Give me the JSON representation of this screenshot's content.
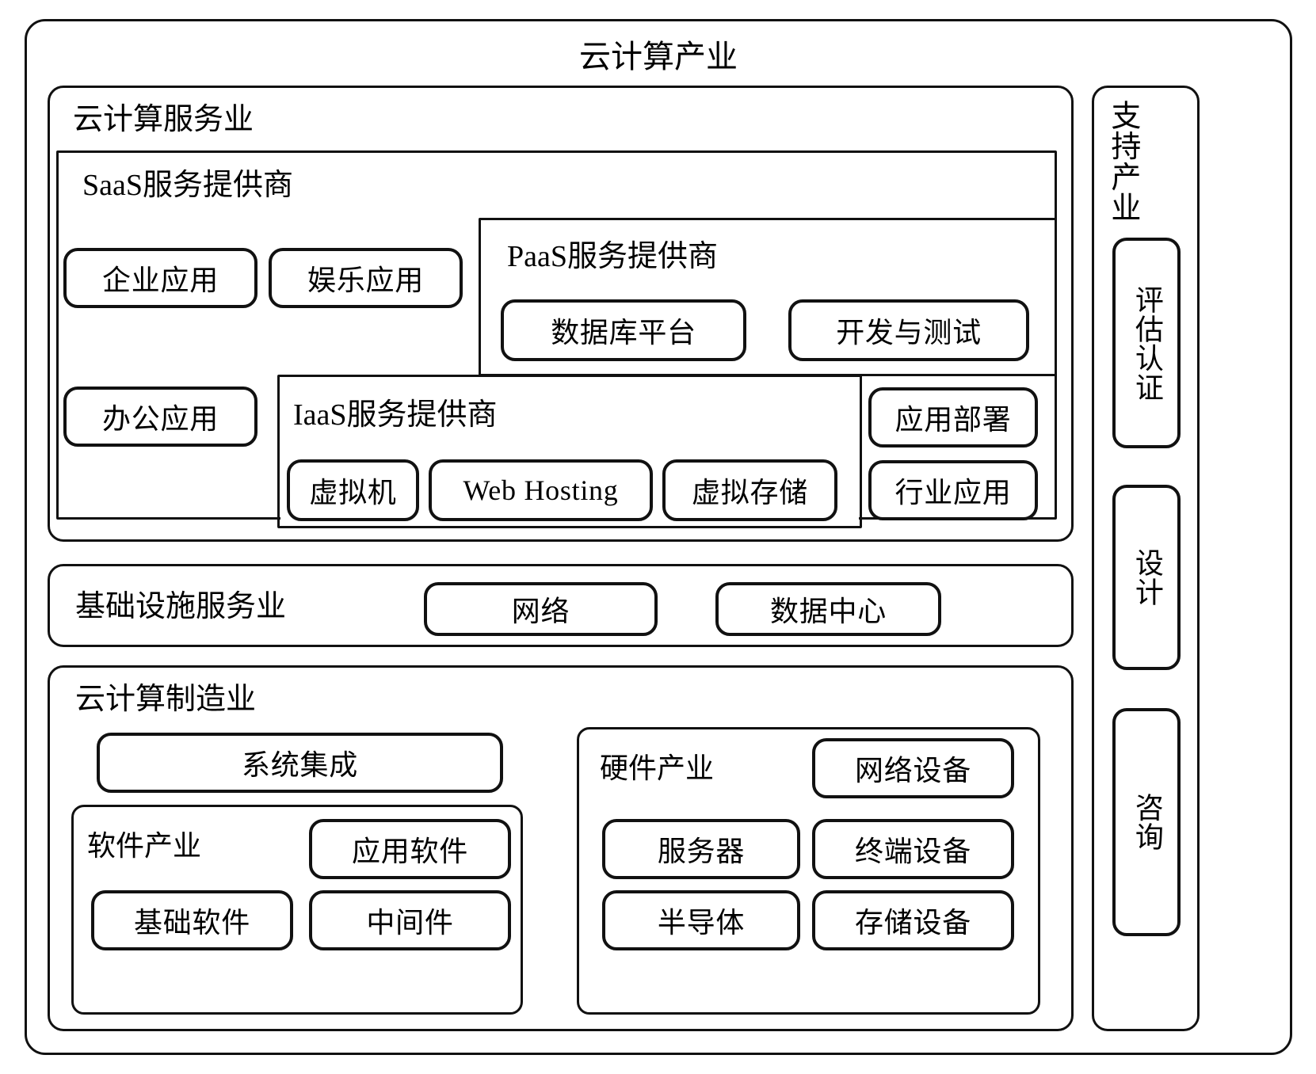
{
  "diagram": {
    "title": "云计算产业",
    "root_label": "云计算产业",
    "services": {
      "label": "云计算服务业",
      "saas": {
        "label": "SaaS服务提供商",
        "items": [
          {
            "label": "企业应用"
          },
          {
            "label": "娱乐应用"
          },
          {
            "label": "办公应用"
          }
        ]
      },
      "paas": {
        "label": "PaaS服务提供商",
        "items": [
          {
            "label": "数据库平台"
          },
          {
            "label": "开发与测试"
          }
        ]
      },
      "iaas": {
        "label": "IaaS服务提供商",
        "items": [
          {
            "label": "虚拟机"
          },
          {
            "label": "Web Hosting"
          },
          {
            "label": "虚拟存储"
          }
        ]
      },
      "right_items": [
        {
          "label": "应用部署"
        },
        {
          "label": "行业应用"
        }
      ]
    },
    "infrastructure": {
      "label": "基础设施服务业",
      "items": [
        {
          "label": "网络"
        },
        {
          "label": "数据中心"
        }
      ]
    },
    "manufacturing": {
      "label": "云计算制造业",
      "system_integration": {
        "label": "系统集成"
      },
      "software": {
        "label": "软件产业",
        "items": [
          {
            "label": "应用软件"
          },
          {
            "label": "基础软件"
          },
          {
            "label": "中间件"
          }
        ]
      },
      "hardware": {
        "label": "硬件产业",
        "items": [
          {
            "label": "网络设备"
          },
          {
            "label": "服务器"
          },
          {
            "label": "终端设备"
          },
          {
            "label": "半导体"
          },
          {
            "label": "存储设备"
          }
        ]
      }
    },
    "support": {
      "label": "支持产业",
      "items": [
        {
          "label": "评估认证"
        },
        {
          "label": "设计"
        },
        {
          "label": "咨询"
        }
      ]
    }
  },
  "colors": {
    "stroke": "#111111",
    "background": "#ffffff"
  }
}
